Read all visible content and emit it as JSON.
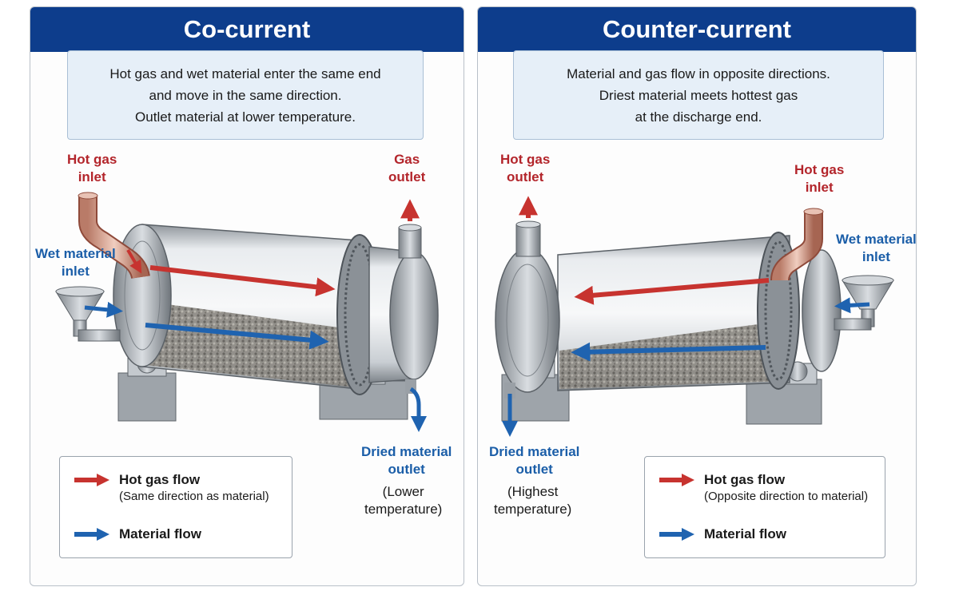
{
  "left": {
    "title": "Co-current",
    "description": [
      "Hot gas and wet material enter the same end",
      "and move in the same direction.",
      "Outlet material at lower temperature."
    ],
    "labels": {
      "hot_gas_inlet": [
        "Hot gas",
        "inlet"
      ],
      "gas_outlet": [
        "Gas",
        "outlet"
      ],
      "wet_material_inlet": [
        "Wet material",
        "inlet"
      ],
      "dried_material_outlet": [
        "Dried material",
        "outlet"
      ],
      "outlet_temperature": [
        "(Lower",
        "temperature)"
      ]
    },
    "legend": {
      "hot_gas_flow": "Hot gas flow",
      "hot_gas_note": "(Same direction as material)",
      "material_flow": "Material flow"
    }
  },
  "right": {
    "title": "Counter-current",
    "description": [
      "Material and gas flow in opposite directions.",
      "Driest material meets hottest gas",
      "at the discharge end."
    ],
    "labels": {
      "hot_gas_outlet": [
        "Hot gas",
        "outlet"
      ],
      "hot_gas_inlet": [
        "Hot gas",
        "inlet"
      ],
      "wet_material_inlet": [
        "Wet material",
        "inlet"
      ],
      "dried_material_outlet": [
        "Dried material",
        "outlet"
      ],
      "outlet_temperature": [
        "(Highest",
        "temperature)"
      ]
    },
    "legend": {
      "hot_gas_flow": "Hot gas flow",
      "hot_gas_note": "(Opposite direction to material)",
      "material_flow": "Material flow"
    }
  },
  "colors": {
    "header": "#0d3d8c",
    "gas_arrow": "#c7332f",
    "material_arrow": "#1f63b0"
  }
}
